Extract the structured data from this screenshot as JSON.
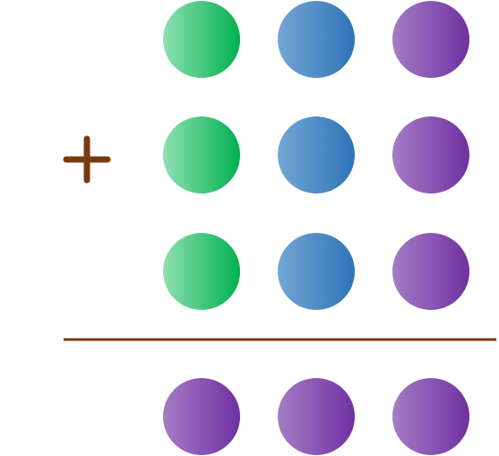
{
  "operator": {
    "symbol": "plus-sign",
    "color": "#7a3a10"
  },
  "divider": {
    "color": "#7a3a10"
  },
  "colors": {
    "green": {
      "light": "#8fe0b2",
      "dark": "#00b050"
    },
    "blue": {
      "light": "#73a6d4",
      "dark": "#2e74b8"
    },
    "purple": {
      "light": "#a57cc6",
      "dark": "#7030a0"
    }
  },
  "addend_rows": [
    [
      "green",
      "blue",
      "purple"
    ],
    [
      "green",
      "blue",
      "purple"
    ],
    [
      "green",
      "blue",
      "purple"
    ]
  ],
  "result_row": [
    "purple",
    "purple",
    "purple"
  ]
}
